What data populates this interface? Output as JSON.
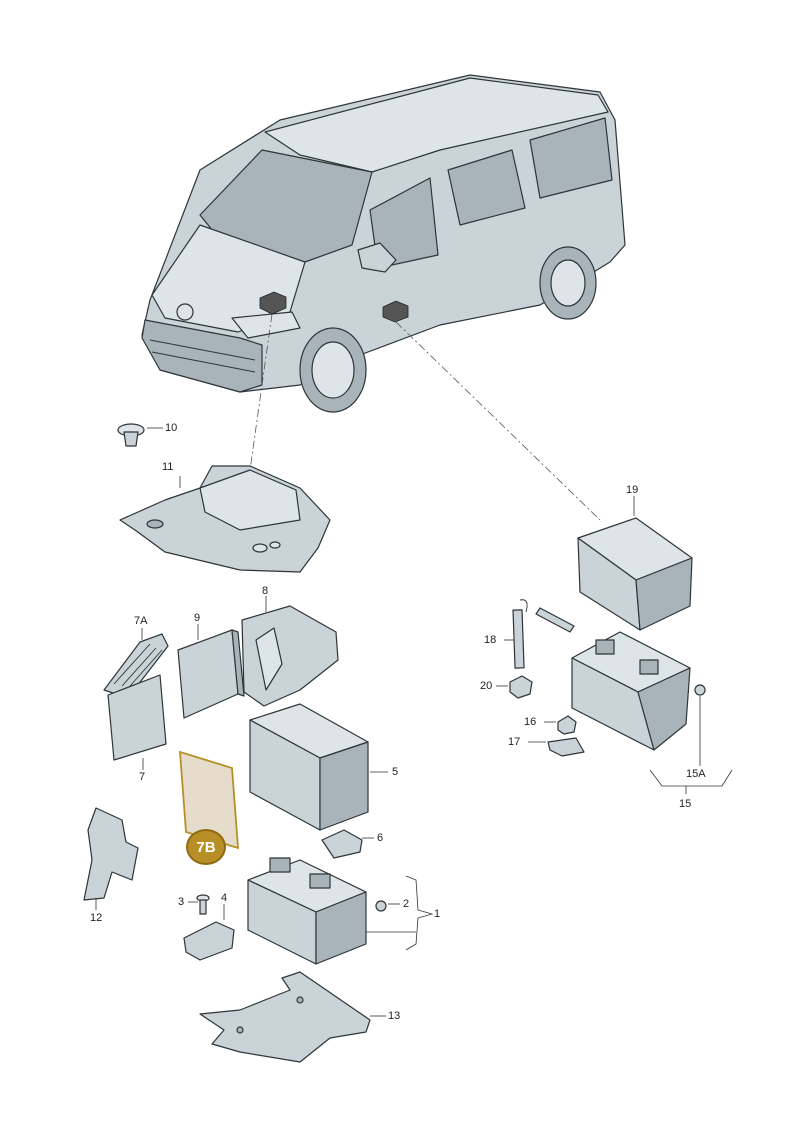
{
  "labels": {
    "l1": "1",
    "l2": "2",
    "l3": "3",
    "l4": "4",
    "l5": "5",
    "l6": "6",
    "l7": "7",
    "l7a": "7A",
    "l7b": "7B",
    "l8": "8",
    "l9": "9",
    "l10": "10",
    "l11": "11",
    "l12": "12",
    "l13": "13",
    "l15": "15",
    "l15a": "15A",
    "l16": "16",
    "l17": "17",
    "l18": "18",
    "l19": "19",
    "l20": "20"
  },
  "colors": {
    "part_fill": "#c9d3d8",
    "outline": "#2e3538",
    "highlight_badge": "#b88f27"
  }
}
